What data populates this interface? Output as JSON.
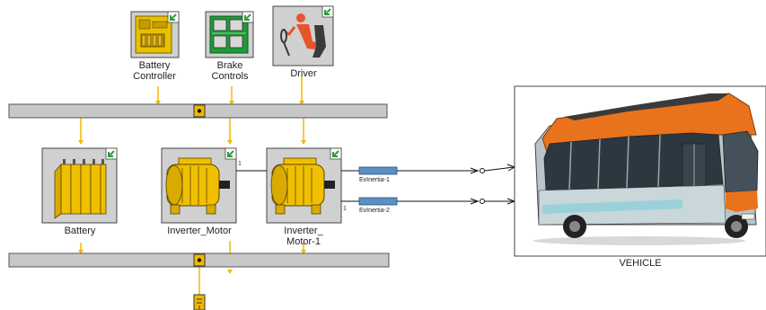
{
  "diagram": {
    "colors": {
      "bus_fill": "#c8c8c8",
      "bus_stroke": "#555555",
      "block_fill": "#d0d0d0",
      "block_stroke": "#444444",
      "signal_line": "#f5b800",
      "connector": "#111111",
      "component_yellow": "#f0c000",
      "badge_green": "#2e9b3a"
    },
    "blocks": {
      "battery_controller": {
        "label_line1": "Battery",
        "label_line2": "Controller",
        "icon": "battery-controller-icon"
      },
      "brake_controls": {
        "label_line1": "Brake",
        "label_line2": "Controls",
        "icon": "brake-controls-icon"
      },
      "driver": {
        "label": "Driver",
        "icon": "driver-icon"
      },
      "battery": {
        "label": "Battery",
        "icon": "battery-pack-icon"
      },
      "inverter_motor": {
        "label": "Inverter_Motor",
        "icon": "electric-motor-icon",
        "port": "1"
      },
      "inverter_motor_1": {
        "label_line1": "Inverter_",
        "label_line2": "Motor-1",
        "icon": "electric-motor-icon",
        "port": "1"
      },
      "ev_inertia_1": {
        "label": "EvInertia-1"
      },
      "ev_inertia_2": {
        "label": "EvInertia-2"
      },
      "vehicle": {
        "label": "VEHICLE",
        "icon": "electric-bus-icon"
      }
    }
  }
}
